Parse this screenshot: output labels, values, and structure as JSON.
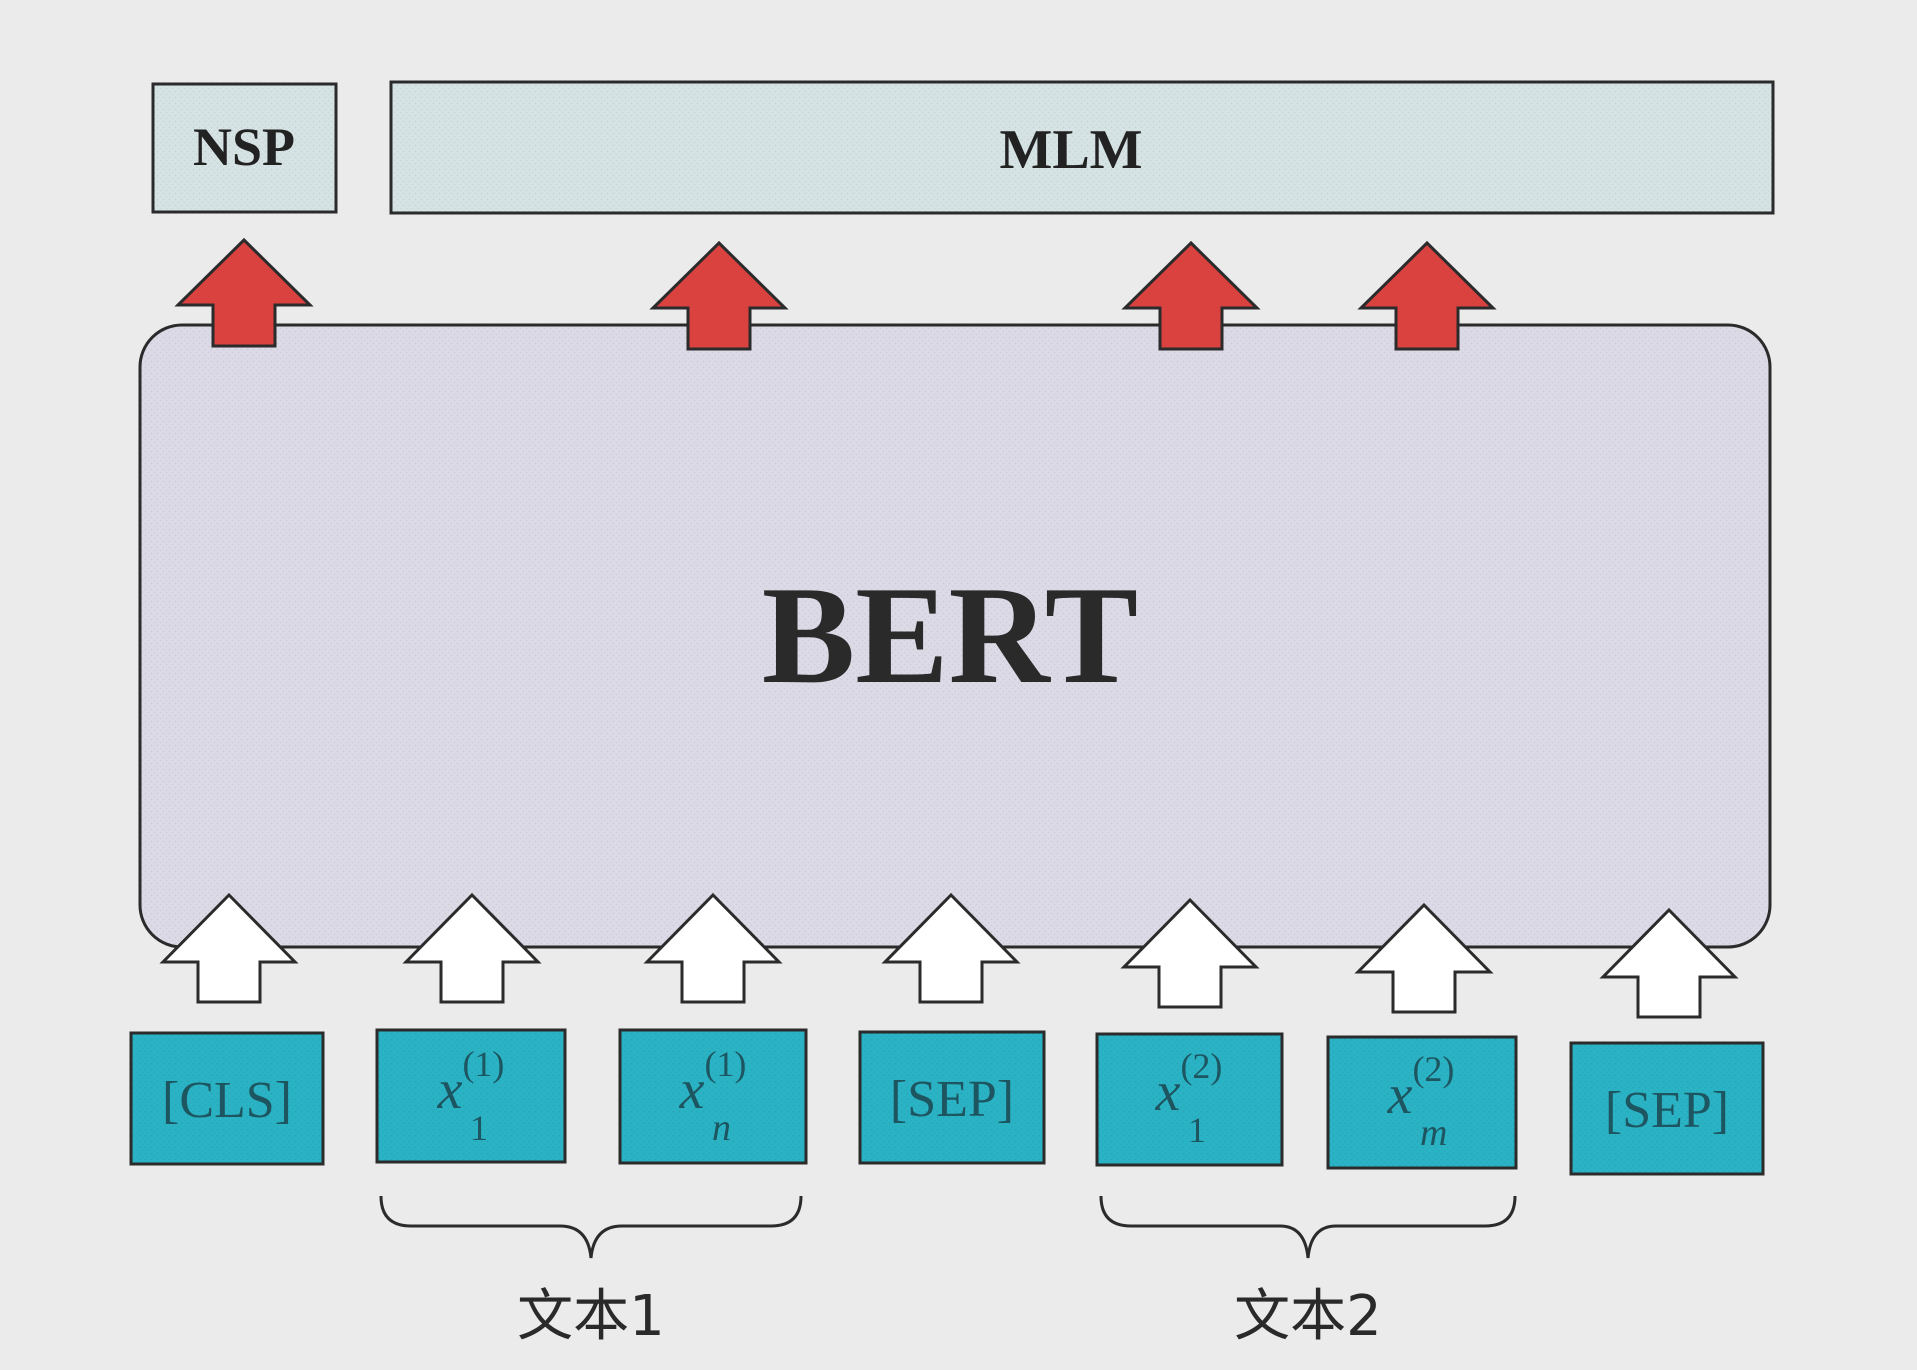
{
  "heads": {
    "nsp": "NSP",
    "mlm": "MLM"
  },
  "model": {
    "label": "BERT"
  },
  "tokens": [
    {
      "text": "[CLS]"
    },
    {
      "base": "x",
      "sup": "(1)",
      "sub": "1"
    },
    {
      "base": "x",
      "sup": "(1)",
      "sub": "n"
    },
    {
      "text": "[SEP]"
    },
    {
      "base": "x",
      "sup": "(2)",
      "sub": "1"
    },
    {
      "base": "x",
      "sup": "(2)",
      "sub": "m"
    },
    {
      "text": "[SEP]"
    }
  ],
  "groups": {
    "text1": "文本1",
    "text2": "文本2"
  },
  "colors": {
    "background": "#ecebec",
    "head_fill": "#d6e3e4",
    "model_fill": "#dcdae6",
    "token_fill": "#2ab3c4",
    "output_arrow": "#d9423f",
    "input_arrow": "#ffffff",
    "stroke": "#2b2b2b"
  }
}
